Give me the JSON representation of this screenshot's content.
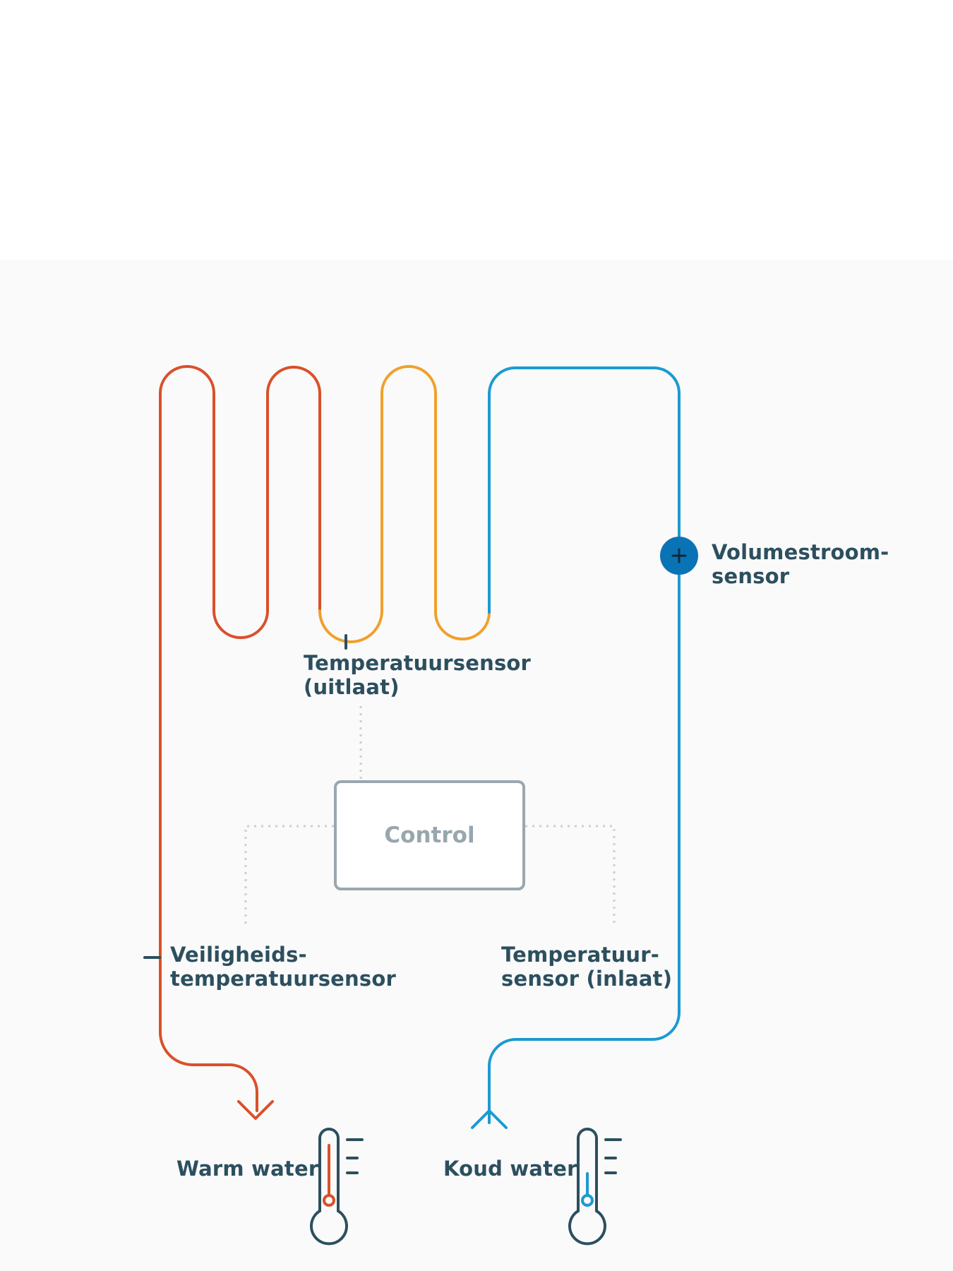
{
  "labels": {
    "flow_sensor": [
      "Volumestroom-",
      "sensor"
    ],
    "outlet_sensor": [
      "Temperatuursensor",
      "(uitlaat)"
    ],
    "control": "Control",
    "safety_sensor": [
      "Veiligheids-",
      "temperatuursensor"
    ],
    "inlet_sensor": [
      "Temperatuur-",
      "sensor (inlaat)"
    ],
    "warm_water": "Warm water",
    "cold_water": "Koud water"
  },
  "colors": {
    "hot": "#d9502b",
    "warm": "#f0a02a",
    "cold": "#1b9ad1",
    "sensor": "#0a73b5",
    "text": "#2c4f5e",
    "control_border": "#9aa7ae",
    "dotted": "#c9cfd2"
  },
  "icons": {
    "warm_thermometer": "thermometer-hot-icon",
    "cold_thermometer": "thermometer-cold-icon",
    "outlet_arrow": "arrow-down-icon",
    "inlet_arrow": "arrow-up-icon"
  }
}
